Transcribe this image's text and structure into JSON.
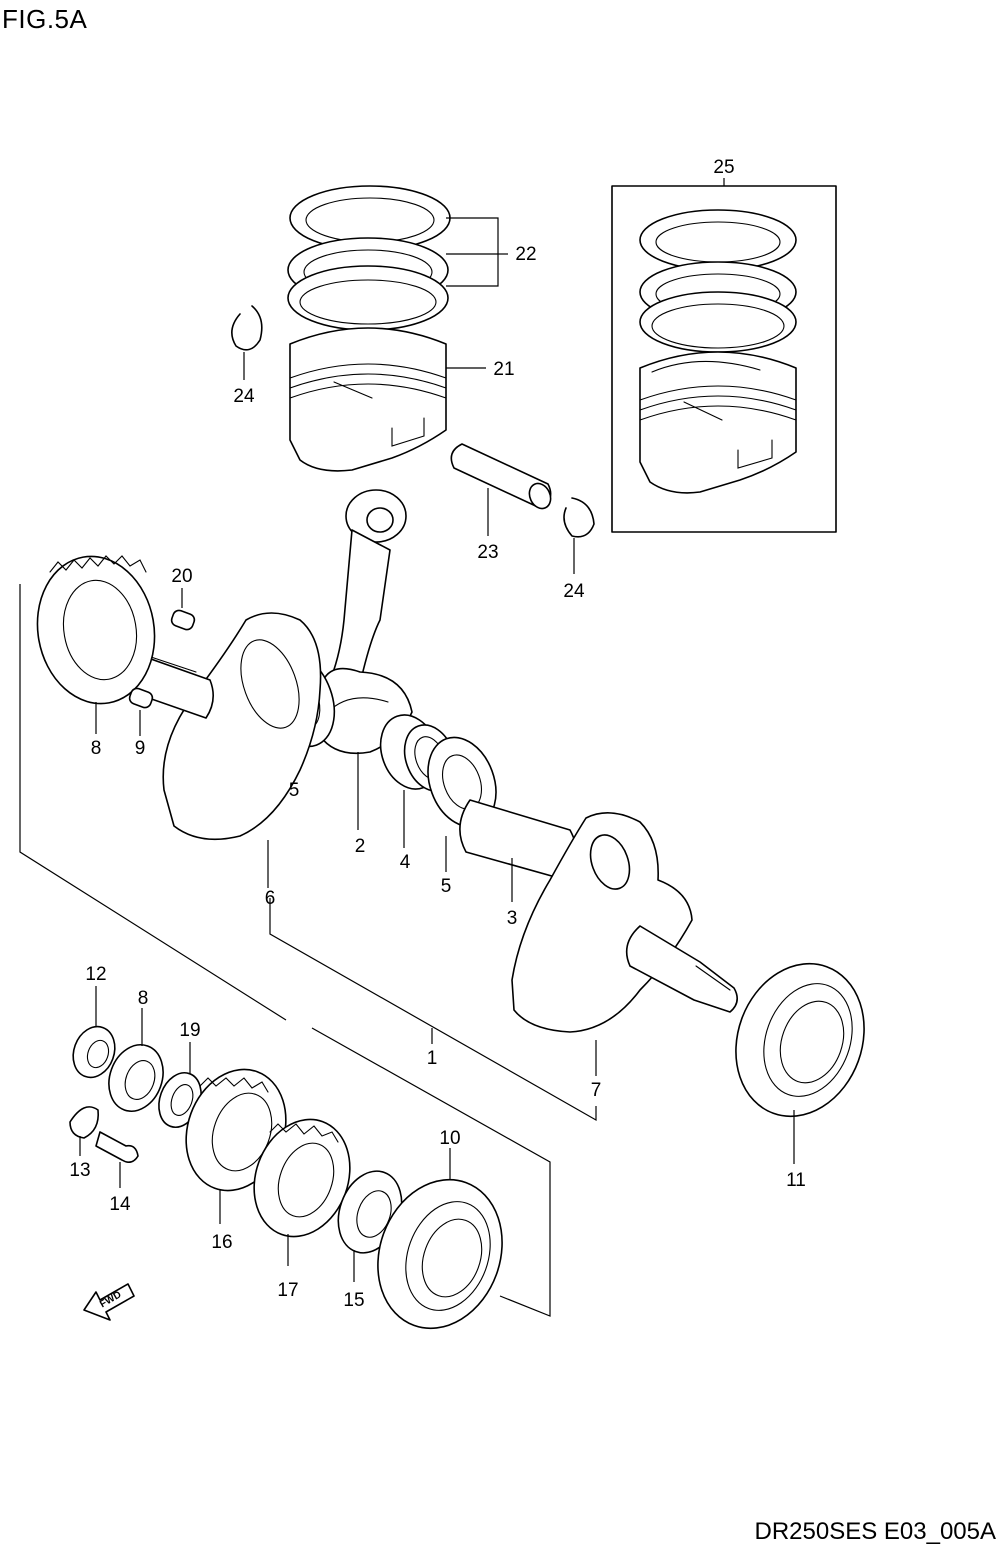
{
  "figure": {
    "title": "FIG.5A",
    "drawing_id": "DR250SES E03_005A"
  },
  "callouts": [
    {
      "id": "c1",
      "label": "1"
    },
    {
      "id": "c2",
      "label": "2"
    },
    {
      "id": "c3",
      "label": "3"
    },
    {
      "id": "c4",
      "label": "4"
    },
    {
      "id": "c5a",
      "label": "5"
    },
    {
      "id": "c5b",
      "label": "5"
    },
    {
      "id": "c6",
      "label": "6"
    },
    {
      "id": "c7",
      "label": "7"
    },
    {
      "id": "c8a",
      "label": "8"
    },
    {
      "id": "c8b",
      "label": "8"
    },
    {
      "id": "c9",
      "label": "9"
    },
    {
      "id": "c10",
      "label": "10"
    },
    {
      "id": "c11",
      "label": "11"
    },
    {
      "id": "c12",
      "label": "12"
    },
    {
      "id": "c13",
      "label": "13"
    },
    {
      "id": "c14",
      "label": "14"
    },
    {
      "id": "c15",
      "label": "15"
    },
    {
      "id": "c16",
      "label": "16"
    },
    {
      "id": "c17",
      "label": "17"
    },
    {
      "id": "c19",
      "label": "19"
    },
    {
      "id": "c20",
      "label": "20"
    },
    {
      "id": "c21",
      "label": "21"
    },
    {
      "id": "c22",
      "label": "22"
    },
    {
      "id": "c23",
      "label": "23"
    },
    {
      "id": "c24a",
      "label": "24"
    },
    {
      "id": "c24b",
      "label": "24"
    },
    {
      "id": "c25",
      "label": "25"
    }
  ],
  "fwd_arrow": {
    "label": "FWD",
    "icon": "fwd-arrow-icon"
  }
}
